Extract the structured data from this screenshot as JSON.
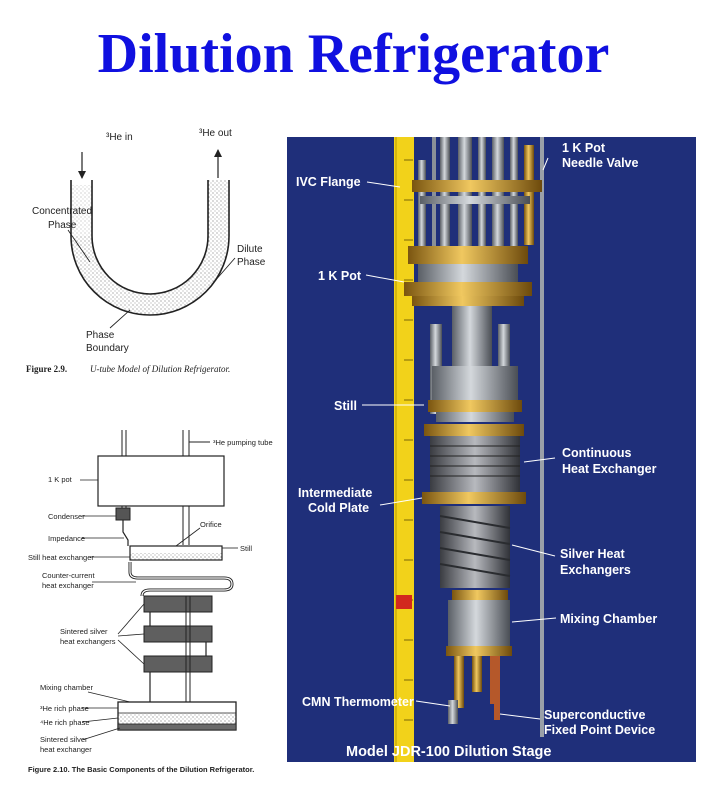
{
  "title": "Dilution Refrigerator",
  "fig29": {
    "he_in": "³He in",
    "he_out": "³He out",
    "concentrated_1": "Concentrated",
    "concentrated_2": "Phase",
    "dilute_1": "Dilute",
    "dilute_2": "Phase",
    "boundary_1": "Phase",
    "boundary_2": "Boundary",
    "caption_label": "Figure 2.9.",
    "caption_text": "U-tube Model of Dilution Refrigerator."
  },
  "fig210": {
    "pumping_tube": "³He pumping tube",
    "one_k_pot": "1 K pot",
    "condenser": "Condenser",
    "orifice": "Orifice",
    "impedance": "Impedance",
    "still": "Still",
    "still_hx": "Still heat exchanger",
    "counter_1": "Counter-current",
    "counter_2": "heat exchanger",
    "sintered_1": "Sintered silver",
    "sintered_2": "heat exchangers",
    "mixing": "Mixing chamber",
    "he3_rich": "³He rich phase",
    "he4_rich": "⁴He rich phase",
    "sintered_hx_1": "Sintered silver",
    "sintered_hx_2": "heat exchanger",
    "caption": "Figure 2.10.  The Basic Components of the Dilution Refrigerator."
  },
  "photo": {
    "needle_1": "1 K Pot",
    "needle_2": "Needle Valve",
    "ivc": "IVC Flange",
    "pot": "1 K Pot",
    "still": "Still",
    "continuous_1": "Continuous",
    "continuous_2": "Heat Exchanger",
    "intermediate_1": "Intermediate",
    "intermediate_2": "Cold Plate",
    "silver_1": "Silver Heat",
    "silver_2": "Exchangers",
    "mixing": "Mixing Chamber",
    "cmn": "CMN Thermometer",
    "supercond_1": "Superconductive",
    "supercond_2": "Fixed Point Device",
    "model": "Model JDR-100 Dilution Stage"
  },
  "colors": {
    "title": "#1010e0",
    "photo_bg": "#1b2a72",
    "brass": "#c9962e",
    "steel": "#9aa0a8",
    "tape": "#f2d21a"
  }
}
